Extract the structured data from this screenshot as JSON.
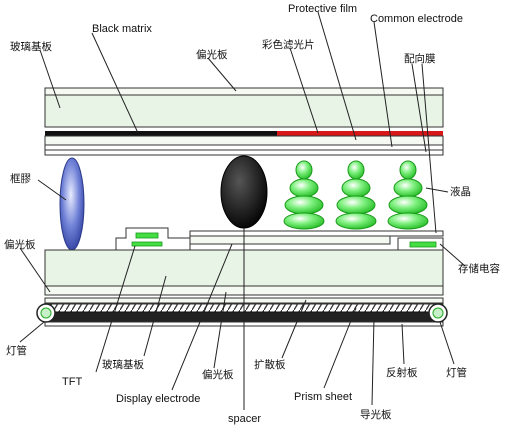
{
  "labels": {
    "black_matrix": "Black matrix",
    "protective_film": "Protective film",
    "common_electrode": "Common electrode",
    "glass_substrate_top": "玻璃基板",
    "polarizer_top": "偏光板",
    "color_filter": "彩色滤光片",
    "alignment_film": "配向膜",
    "sealant": "框膠",
    "liquid_crystal": "液晶",
    "polarizer_left": "偏光板",
    "storage_capacitor": "存储电容",
    "lamp_left": "灯管",
    "tft": "TFT",
    "glass_substrate_bottom": "玻璃基板",
    "display_electrode": "Display electrode",
    "polarizer_bottom": "偏光板",
    "diffuser": "扩散板",
    "spacer": "spacer",
    "prism_sheet": "Prism sheet",
    "light_guide": "导光板",
    "reflector": "反射板",
    "lamp_right": "灯管"
  },
  "colors": {
    "glass": "#e8f4e6",
    "black_matrix": "#111111",
    "color_filter": "#d81818",
    "liquid_crystal": "#44dd44",
    "sealant": "#5a6fc8",
    "spacer": "#151515",
    "stripe": "#333333"
  }
}
